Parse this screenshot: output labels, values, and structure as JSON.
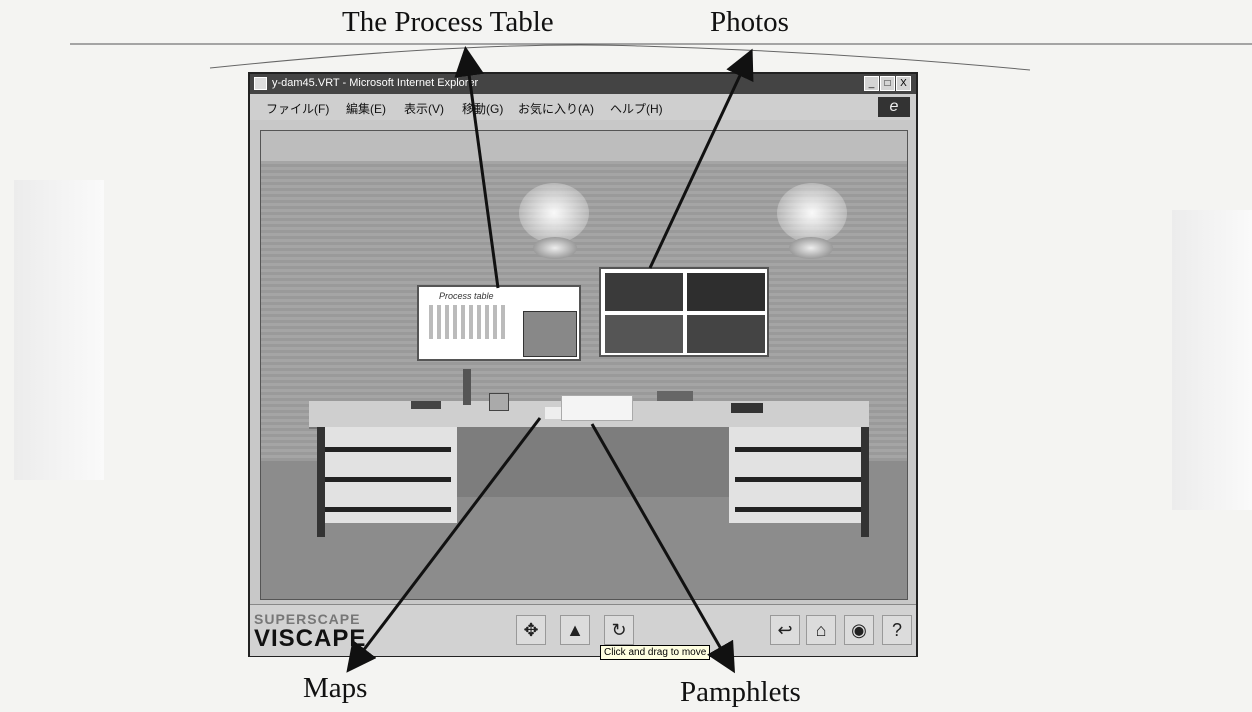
{
  "callouts": {
    "process_table": "The Process Table",
    "photos": "Photos",
    "maps": "Maps",
    "pamphlets": "Pamphlets"
  },
  "window": {
    "title": "y-dam45.VRT - Microsoft Internet Explorer",
    "controls": [
      "_",
      "□",
      "X"
    ],
    "ie_logo": "e"
  },
  "menu": [
    "ファイル(F)",
    "編集(E)",
    "表示(V)",
    "移動(G)",
    "お気に入り(A)",
    "ヘルプ(H)"
  ],
  "viewer": {
    "brand_top": "SUPERSCAPE",
    "brand": "VISCAPE",
    "tooltip": "Click and drag to move",
    "nav_icons": [
      "move-arrows-icon",
      "walk-icon",
      "turn-icon"
    ],
    "tool_icons": [
      "back-icon",
      "home-icon",
      "globe-icon",
      "help-icon"
    ],
    "board_text": "Process table"
  }
}
